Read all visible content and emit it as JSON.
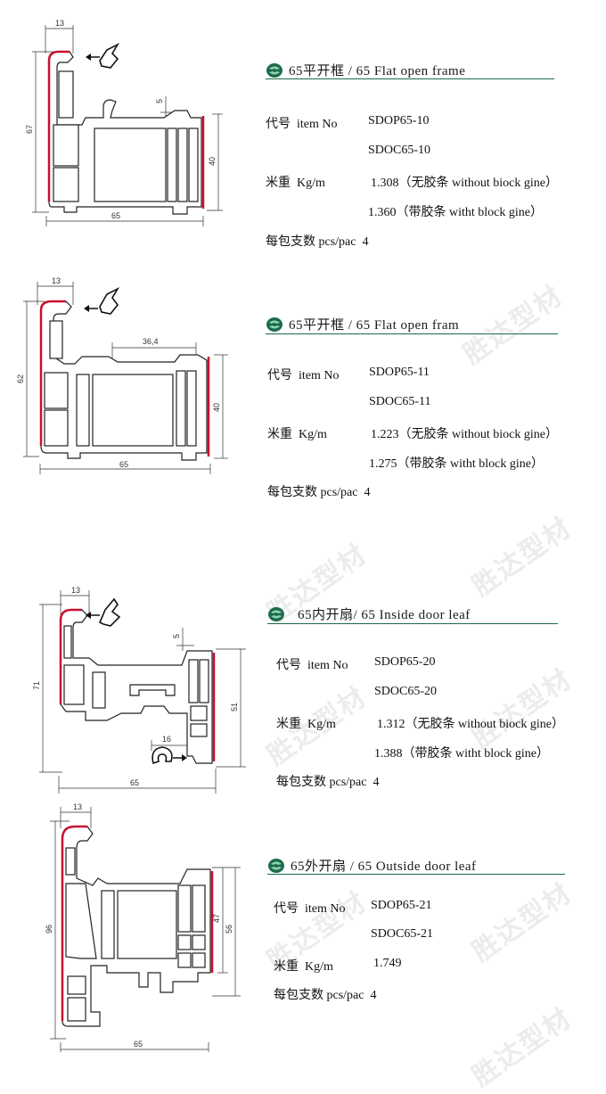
{
  "brand": {
    "watermark": "胜达型材",
    "accent": "#1b6b4b",
    "logo_icon": "sd-logo-icon",
    "profile_edge": "#c8102e"
  },
  "products": [
    {
      "title": "65平开框 / 65 Flat open frame",
      "label_item": "代号  item No",
      "item_no_1": "SDOP65-10",
      "item_no_2": "SDOC65-10",
      "label_weight": "米重  Kg/m",
      "weight_1": "1.308（无胶条 without biock gine）",
      "weight_2": "1.360（带胶条 witht block gine）",
      "pack": "每包支数 pcs/pac  4",
      "dims": {
        "top": "13",
        "height": "67",
        "width": "65",
        "right": "40",
        "step": "5"
      }
    },
    {
      "title": "65平开框 / 65 Flat open fram",
      "label_item": "代号  item No",
      "item_no_1": "SDOP65-11",
      "item_no_2": "SDOC65-11",
      "label_weight": "米重  Kg/m",
      "weight_1": "1.223（无胶条 without biock gine）",
      "weight_2": "1.275（带胶条 witht block gine）",
      "pack": "每包支数 pcs/pac  4",
      "dims": {
        "top": "13",
        "height": "62",
        "width": "65",
        "right": "40",
        "inner": "36,4"
      }
    },
    {
      "title": "65内开扇/ 65 Inside door leaf",
      "label_item": "代号  item No",
      "item_no_1": "SDOP65-20",
      "item_no_2": "SDOC65-20",
      "label_weight": "米重  Kg/m",
      "weight_1": "1.312（无胶条 without biock gine）",
      "weight_2": "1.388（带胶条 witht block gine）",
      "pack": "每包支数 pcs/pac  4",
      "dims": {
        "top": "13",
        "height": "71",
        "width": "65",
        "right": "51",
        "step": "5",
        "inner": "16"
      }
    },
    {
      "title": "65外开扇 / 65 Outside door leaf",
      "label_item": "代号  item No",
      "item_no_1": "SDOP65-21",
      "item_no_2": "SDOC65-21",
      "label_weight": "米重  Kg/m",
      "weight_1": "1.749",
      "pack": "每包支数 pcs/pac  4",
      "dims": {
        "top": "13",
        "height": "96",
        "width": "65",
        "right": "56",
        "right2": "47"
      }
    }
  ]
}
